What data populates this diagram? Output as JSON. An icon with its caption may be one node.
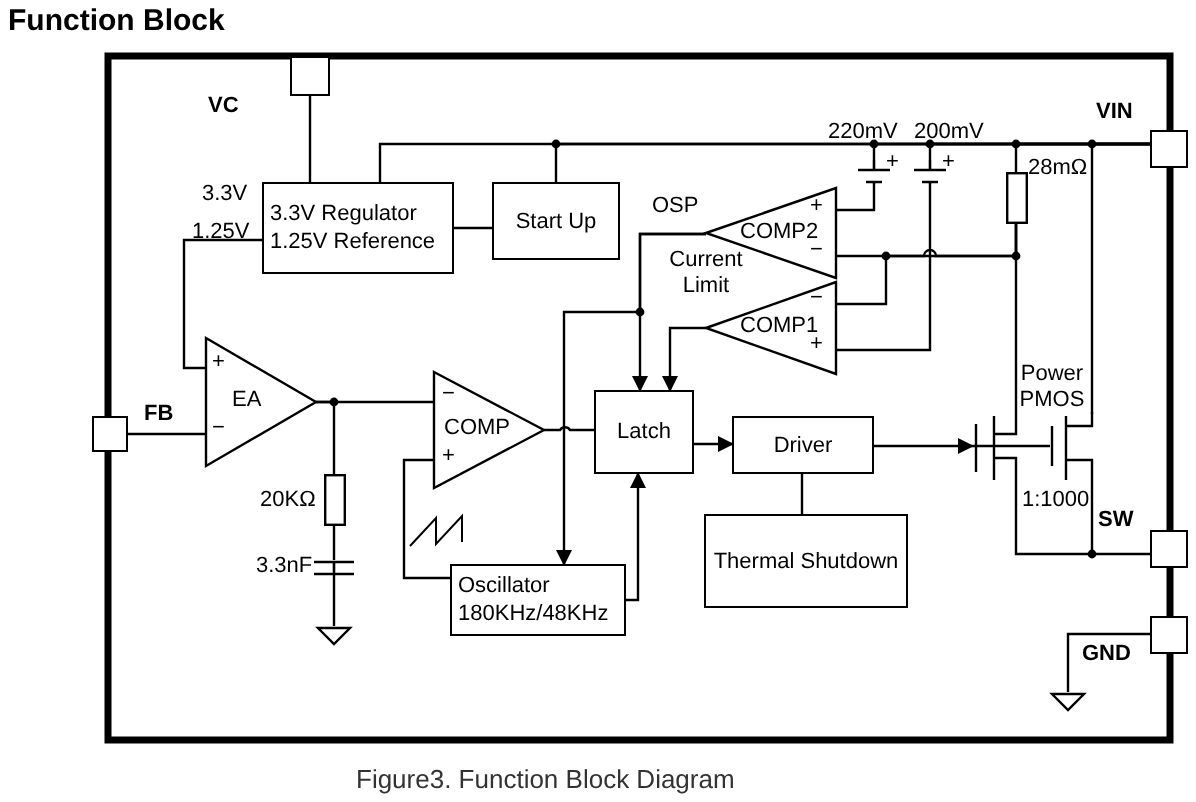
{
  "diagram": {
    "title": "Function Block",
    "caption": "Figure3. Function Block Diagram",
    "nodes": [
      {
        "text": [],
        "shape": "box",
        "beside": [
          "VC"
        ]
      },
      {
        "text": [],
        "shape": "box",
        "beside": [
          "VIN"
        ]
      },
      {
        "text": [],
        "shape": "box",
        "beside": [
          "FB"
        ]
      },
      {
        "text": [],
        "shape": "box",
        "beside": [
          "SW"
        ]
      },
      {
        "text": [],
        "shape": "box",
        "beside": [
          "GND"
        ]
      },
      {
        "text": [
          "3.3V Regulator",
          "1.25V Reference"
        ],
        "beside": [
          "3.3V",
          "1.25V"
        ]
      },
      {
        "text": [
          "Start Up"
        ]
      },
      {
        "text": [
          "COMP2"
        ]
      },
      {
        "text": [
          "COMP1"
        ]
      },
      {
        "text": [
          "EA"
        ]
      },
      {
        "text": [
          "COMP"
        ]
      },
      {
        "text": [
          "Latch"
        ]
      },
      {
        "text": [
          "Driver"
        ]
      },
      {
        "text": [
          "Thermal Shutdown"
        ]
      },
      {
        "text": [
          "Oscillator 180KHz/48KHz"
        ]
      },
      {
        "text": [],
        "shape": "transistor",
        "beside": [
          "Power PMOS",
          "1:1000"
        ]
      },
      {
        "text": [],
        "shape": "resistor",
        "beside": [
          "28mΩ"
        ]
      },
      {
        "text": [],
        "shape": "resistor",
        "beside": [
          "20KΩ"
        ]
      },
      {
        "text": [],
        "shape": "capacitor",
        "beside": [
          "3.3nF"
        ]
      },
      {
        "text": [],
        "shape": "ground"
      },
      {
        "text": [],
        "shape": "ground"
      },
      {
        "text": [],
        "shape": "battery",
        "beside": [
          "220mV"
        ]
      },
      {
        "text": [],
        "shape": "battery",
        "beside": [
          "200mV"
        ]
      }
    ],
    "edges": [
      {
        "from": 0,
        "to": 5,
        "arrow": "none"
      },
      {
        "from": 5,
        "to": 6,
        "arrow": "none"
      },
      {
        "from": 5,
        "to": 1,
        "arrow": "none"
      },
      {
        "from": 6,
        "to": 1,
        "arrow": "none"
      },
      {
        "from": 1,
        "to": 21,
        "arrow": "none"
      },
      {
        "from": 1,
        "to": 22,
        "arrow": "none"
      },
      {
        "from": 1,
        "to": 16,
        "arrow": "none"
      },
      {
        "from": 1,
        "to": 15,
        "arrow": "none"
      },
      {
        "from": 5,
        "to": 9,
        "arrow": "none"
      },
      {
        "from": 2,
        "to": 9,
        "arrow": "none"
      },
      {
        "from": 9,
        "to": 10,
        "arrow": "none"
      },
      {
        "from": 9,
        "to": 17,
        "arrow": "none"
      },
      {
        "from": 17,
        "to": 18,
        "arrow": "none"
      },
      {
        "from": 18,
        "to": 19,
        "arrow": "none"
      },
      {
        "from": 14,
        "to": 10,
        "arrow": "none"
      },
      {
        "from": 10,
        "to": 11,
        "arrow": "none"
      },
      {
        "from": 7,
        "to": 11,
        "arrow": "to"
      },
      {
        "from": 7,
        "to": 14,
        "arrow": "to"
      },
      {
        "from": 8,
        "to": 11,
        "arrow": "to"
      },
      {
        "from": 14,
        "to": 11,
        "arrow": "to"
      },
      {
        "from": 11,
        "to": 12,
        "arrow": "to"
      },
      {
        "from": 12,
        "to": 13,
        "arrow": "none"
      },
      {
        "from": 12,
        "to": 15,
        "arrow": "to"
      },
      {
        "from": 16,
        "to": 15,
        "arrow": "none"
      },
      {
        "from": 15,
        "to": 3,
        "arrow": "none"
      },
      {
        "from": 21,
        "to": 7,
        "arrow": "none"
      },
      {
        "from": 22,
        "to": 8,
        "arrow": "none"
      },
      {
        "from": 16,
        "to": 7,
        "arrow": "none"
      },
      {
        "from": 16,
        "to": 8,
        "arrow": "none"
      },
      {
        "from": 4,
        "to": 20,
        "arrow": "none"
      }
    ],
    "labels": [
      "OSP",
      "Current Limit",
      "+",
      "−",
      "−",
      "+",
      "+",
      "−",
      "−",
      "+",
      "+",
      "+"
    ]
  }
}
